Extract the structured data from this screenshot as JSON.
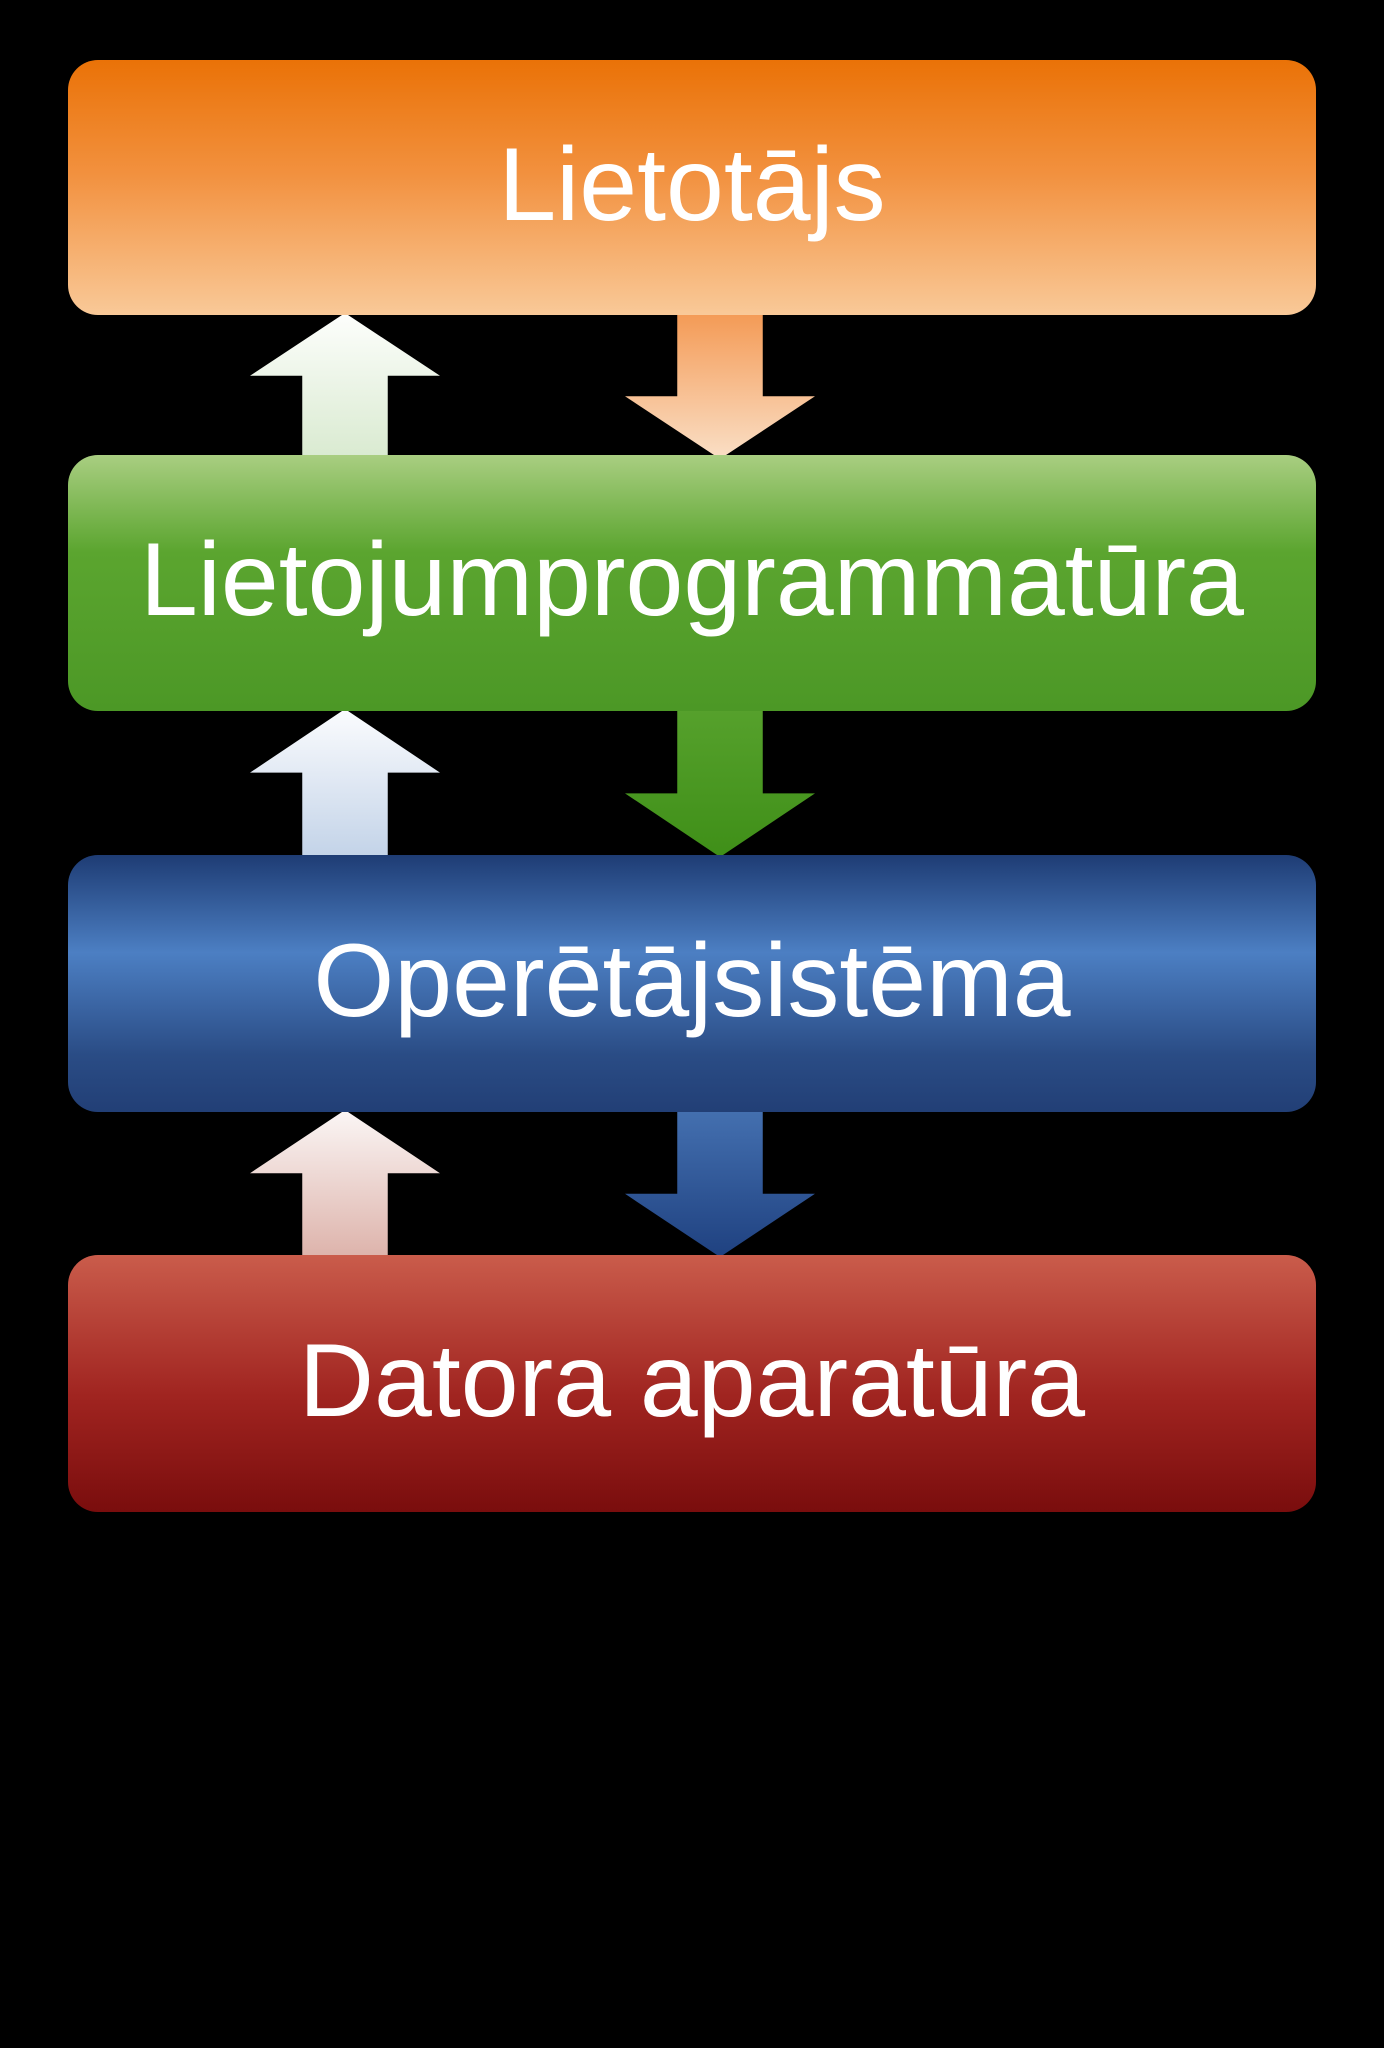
{
  "background": "#000000",
  "text_color": "#ffffff",
  "layers": [
    {
      "id": "user",
      "label": "Lietotājs",
      "gradient": [
        "#ea7207 0%",
        "#f2913f 45%",
        "#f9c998 100%"
      ]
    },
    {
      "id": "application",
      "label": "Lietojumprogrammatūra",
      "gradient": [
        "#a9ce81 0%",
        "#5ba52f 38%",
        "#4c9826 100%"
      ]
    },
    {
      "id": "os",
      "label": "Operētājsistēma",
      "gradient": [
        "#1e3c74 0%",
        "#4c7fc3 38%",
        "#2a4c85 78%",
        "#223f76 100%"
      ]
    },
    {
      "id": "hardware",
      "label": "Datora aparatūra",
      "gradient": [
        "#ca5c4b 0%",
        "#a02420 55%",
        "#7a0d0d 100%"
      ]
    }
  ],
  "arrows": [
    {
      "id": "down-user-to-application",
      "direction": "down",
      "gradient": [
        "#f49a55 0%",
        "#fadfc6 100%"
      ]
    },
    {
      "id": "up-application-to-user",
      "direction": "up",
      "gradient": [
        "#fdfefc 0%",
        "#d9ead0 100%"
      ]
    },
    {
      "id": "down-application-to-os",
      "direction": "down",
      "gradient": [
        "#56a12c 0%",
        "#3f8f18 100%"
      ]
    },
    {
      "id": "up-os-to-application",
      "direction": "up",
      "gradient": [
        "#fbfcfe 0%",
        "#c3d3e8 100%"
      ]
    },
    {
      "id": "down-os-to-hardware",
      "direction": "down",
      "gradient": [
        "#4470b0 0%",
        "#1f4180 100%"
      ]
    },
    {
      "id": "up-hardware-to-os",
      "direction": "up",
      "gradient": [
        "#fbf6f5 0%",
        "#ddb3ab 100%"
      ]
    }
  ]
}
